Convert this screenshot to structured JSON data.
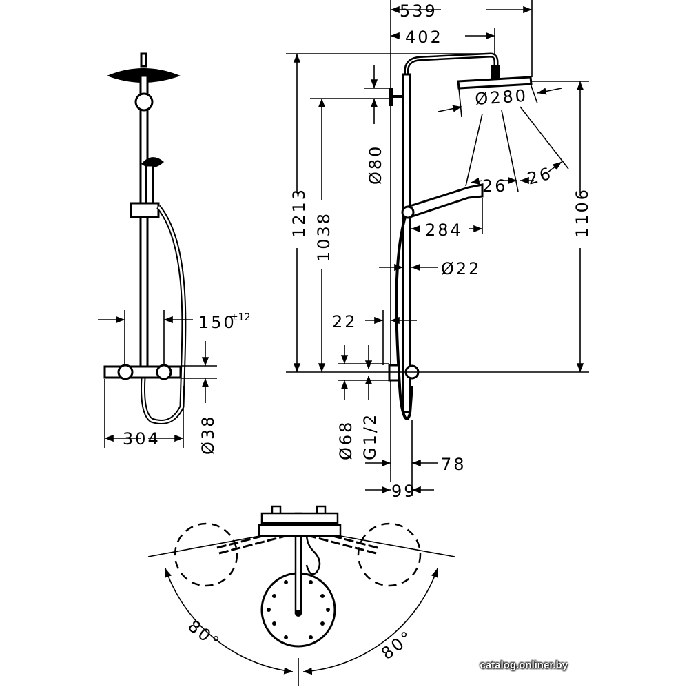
{
  "side_view": {
    "spacing": "150",
    "spacing_tolerance": "±12",
    "width": "304",
    "diameter": "Ø38"
  },
  "front_view": {
    "reach_total": "539",
    "reach_arm": "402",
    "head_diameter": "Ø280",
    "tilt_left": "26",
    "tilt_right": "26",
    "total_height": "1213",
    "bracket_height": "1038",
    "head_height": "1106",
    "bracket_diameter": "Ø80",
    "hand_shower_length": "284",
    "rod_diameter": "Ø22",
    "offset": "22",
    "connection_diameter": "Ø68",
    "thread": "G1/2",
    "depth_78": "78",
    "depth_99": "99"
  },
  "top_view": {
    "swivel_left": "80°",
    "swivel_right": "80°"
  },
  "watermark": "catalog.onliner.by"
}
